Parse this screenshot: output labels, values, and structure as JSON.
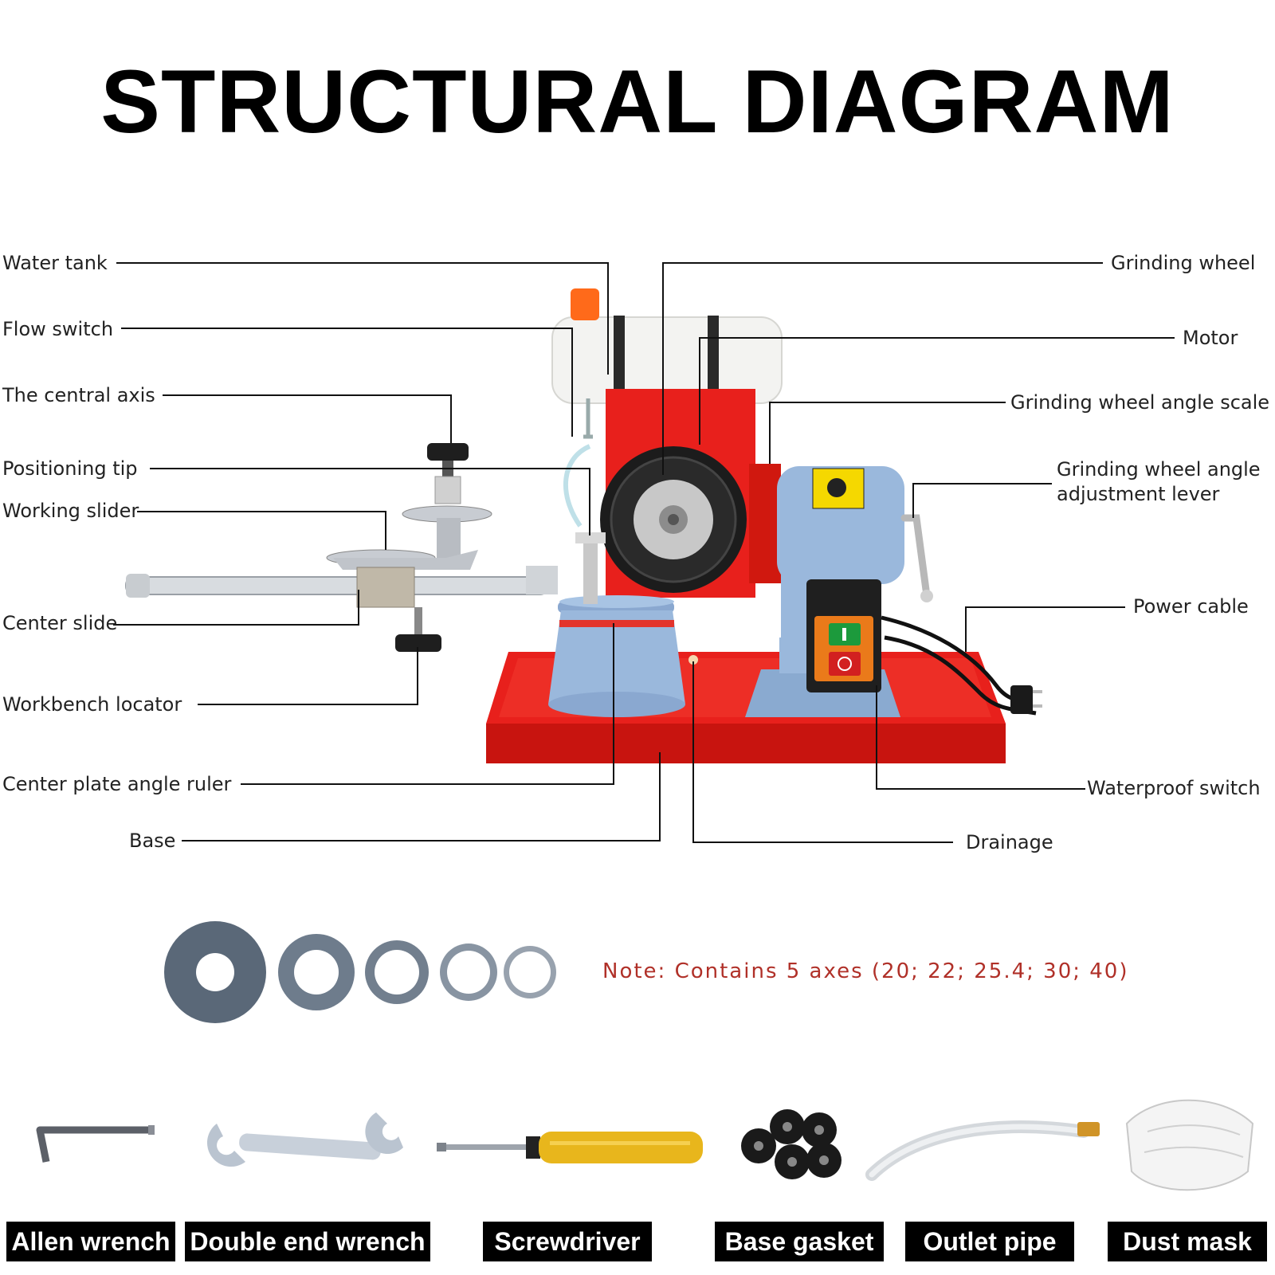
{
  "title": "STRUCTURAL DIAGRAM",
  "labels_left": {
    "water_tank": "Water tank",
    "flow_switch": "Flow switch",
    "central_axis": "The central axis",
    "positioning_tip": "Positioning tip",
    "working_slider": "Working slider",
    "center_slide": "Center slide",
    "workbench_locator": "Workbench locator",
    "center_plate_angle_ruler": "Center plate angle ruler",
    "base": "Base"
  },
  "labels_right": {
    "grinding_wheel": "Grinding wheel",
    "motor": "Motor",
    "grinding_wheel_angle_scale": "Grinding wheel angle scale",
    "angle_lever_line1": "Grinding wheel angle",
    "angle_lever_line2": "adjustment lever",
    "power_cable": "Power cable",
    "waterproof_switch": "Waterproof switch",
    "drainage": "Drainage"
  },
  "note": "Note: Contains 5 axes (20; 22; 25.4; 30; 40)",
  "accessories": [
    {
      "label": "Allen wrench",
      "icon": "allen-wrench-icon"
    },
    {
      "label": "Double end wrench",
      "icon": "double-end-wrench-icon"
    },
    {
      "label": "Screwdriver",
      "icon": "screwdriver-icon"
    },
    {
      "label": "Base gasket",
      "icon": "base-gasket-icon"
    },
    {
      "label": "Outlet pipe",
      "icon": "outlet-pipe-icon"
    },
    {
      "label": "Dust mask",
      "icon": "dust-mask-icon"
    }
  ],
  "colors": {
    "machine_red": "#e8201c",
    "machine_blue": "#9ab8dc",
    "note_red": "#b03028",
    "tag_bg": "#000000"
  }
}
